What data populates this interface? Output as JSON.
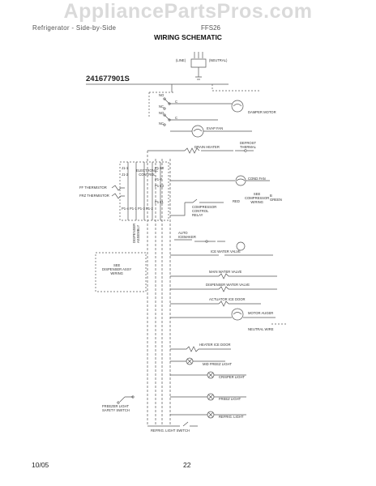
{
  "watermark": "AppliancePartsPros.com",
  "header": {
    "model_text": "Refrigerator - Side-by-Side",
    "code_text": "FFS26",
    "title": "WIRING SCHEMATIC"
  },
  "part_number": "241677901S",
  "labels": {
    "line": "(LINE)",
    "neutral": "(NEUTRAL)",
    "no1": "NO",
    "nc1": "NC",
    "c1": "C",
    "no2": "NO",
    "nc2": "NC",
    "c2": "C",
    "damper_motor": "DAMPER MOTOR",
    "evap_fan": "EVAP FAN",
    "drain_heater": "DRAIN HEATER",
    "defrost_thermal": "DEFROST\nTHERMAL",
    "cond_fan": "COND FAN",
    "ff_thermistor": "FF THERMISTOR",
    "fz_thermistor": "FRZ THERMISTOR",
    "control_board": "ELECTRONIC\nCONTROL",
    "red": "RED",
    "see_compressor": "SEE\nCOMPRESSOR\nWIRING",
    "green": "B\nGREEN",
    "compressor_relay": "COMPRESSOR\nCONTROL\nRELAY",
    "auto_icemaker": "AUTO\nICEMAKER",
    "ice_water_valve": "ICE WATER VALVE",
    "main_water_valve": "MAIN WATER VALVE",
    "see_dispenser": "SEE\nDISPENSER ASSY\nWIRING",
    "dispenser_water_valve": "DISPENSER WATER VALVE",
    "actuator_ice_door": "ACTUATOR ICE DOOR",
    "motor_auger": "MOTOR AUGER",
    "neutral_wire": "NEUTRAL WIRE",
    "heater_ice_door": "HEATER ICE DOOR",
    "mid_freezer_light": "MID FREEZ LIGHT",
    "crisper_light": "CRISPER LIGHT",
    "freezer_light": "FREEZ LIGHT",
    "refrig_light": "REFRIG. LIGHT",
    "freezer_safety_switch": "FREEZER LIGHT\nSAFETY SWITCH",
    "refrig_light_switch": "REFRIG. LIGHT SWITCH",
    "dispenser_assy_vert": "DISPENSER\nASSEMBLY"
  },
  "pins": [
    "J1-1",
    "J1-2",
    "P1-10",
    "P1-12",
    "P1-7",
    "P1-11",
    "P1-4",
    "P1-1",
    "P1-3",
    "P1-2"
  ],
  "footer": {
    "date": "10/05",
    "page": "22"
  }
}
